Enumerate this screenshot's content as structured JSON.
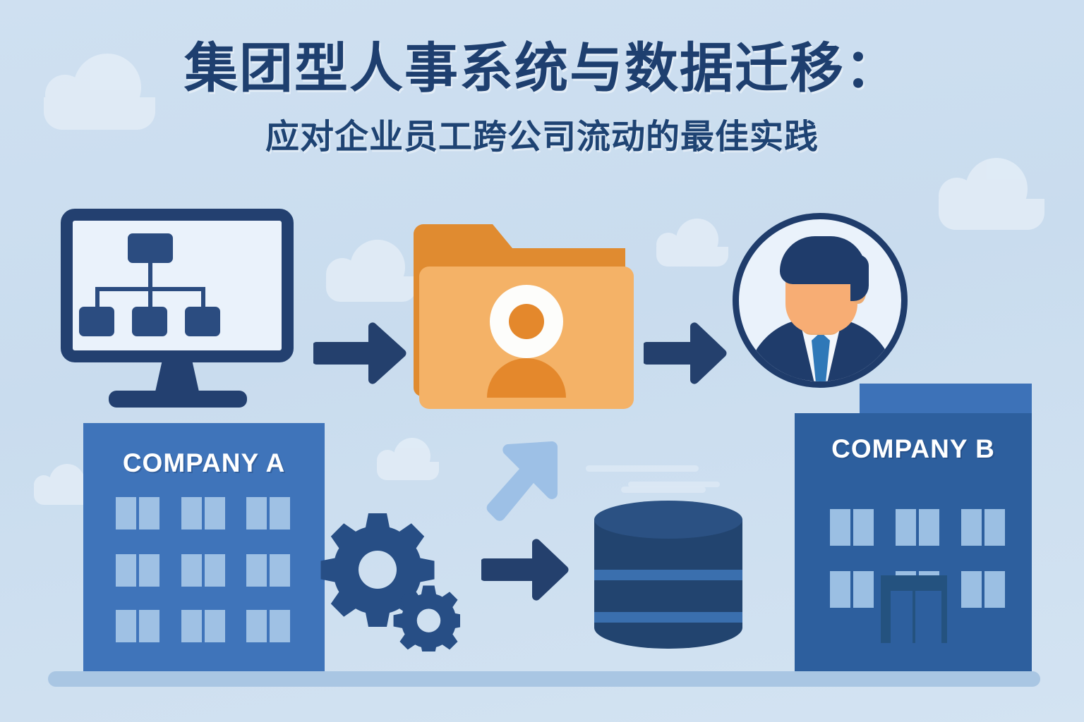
{
  "title": {
    "main": "集团型人事系统与数据迁移：",
    "sub": "应对企业员工跨公司流动的最佳实践"
  },
  "buildings": {
    "company_a": "COMPANY A",
    "company_b": "COMPANY B"
  },
  "icons": {
    "monitor": "monitor-org-chart-icon",
    "folder": "employee-folder-icon",
    "avatar": "employee-avatar-icon",
    "gears": "gears-settings-icon",
    "database": "database-cylinder-icon",
    "arrow_1": "arrow-right-icon",
    "arrow_2": "arrow-right-icon",
    "arrow_3": "arrow-right-icon",
    "arrow_up": "arrow-up-right-icon"
  },
  "colors": {
    "background": "#cddff0",
    "title_navy": "#1e3f6f",
    "dark_navy": "#234070",
    "building_a": "#3f74ba",
    "building_b": "#2d5f9e",
    "folder_back": "#e08b30",
    "folder_front": "#f4b267",
    "accent_orange": "#e4882c",
    "database_body": "#22446f",
    "database_band": "#3a6fae",
    "cloud": "#e3edf7",
    "ground": "#a9c6e3"
  }
}
